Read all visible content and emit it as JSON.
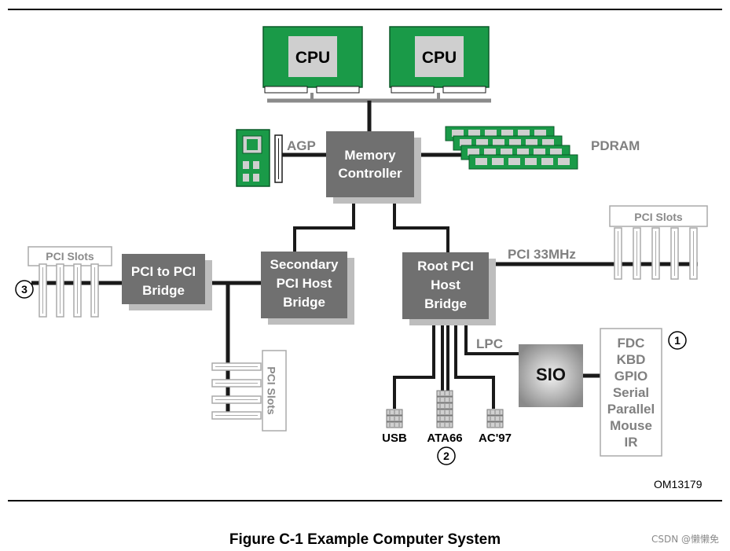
{
  "cpus": [
    "CPU",
    "CPU"
  ],
  "agp_label": "AGP",
  "memory_controller": [
    "Memory",
    "Controller"
  ],
  "pdram_label": "PDRAM",
  "pci_slots_label": "PCI Slots",
  "pci_to_pci_bridge": [
    "PCI to PCI",
    "Bridge"
  ],
  "secondary_host_bridge": [
    "Secondary",
    "PCI Host",
    "Bridge"
  ],
  "root_host_bridge": [
    "Root PCI",
    "Host",
    "Bridge"
  ],
  "pci_bus_label": "PCI 33MHz",
  "lpc_label": "LPC",
  "sio_label": "SIO",
  "sio_devices": [
    "FDC",
    "KBD",
    "GPIO",
    "Serial",
    "Parallel",
    "Mouse",
    "IR"
  ],
  "port_labels": [
    "USB",
    "ATA66",
    "AC'97"
  ],
  "callouts": [
    "1",
    "2",
    "3"
  ],
  "figure_id": "OM13179",
  "caption": "Figure C-1 Example Computer System",
  "watermark": "CSDN @懒懒免",
  "colors": {
    "green": "#1a9a48",
    "box_gray": "#707070",
    "shadow_gray": "#bdbdbd",
    "outline_gray": "#aaaaaa"
  }
}
